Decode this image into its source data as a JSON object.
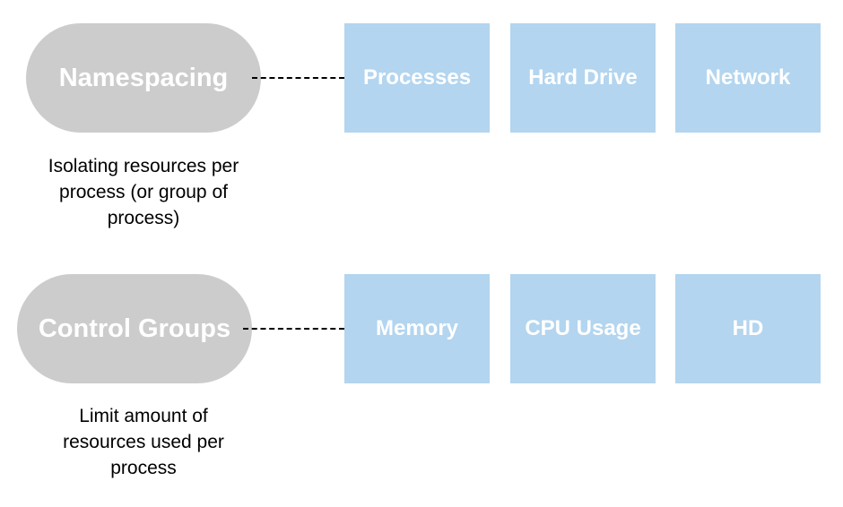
{
  "rows": [
    {
      "label": "Namespacing",
      "caption": "Isolating resources per process (or group of process)",
      "items": [
        "Processes",
        "Hard Drive",
        "Network"
      ]
    },
    {
      "label": "Control Groups",
      "caption": "Limit amount of resources used per process",
      "items": [
        "Memory",
        "CPU Usage",
        "HD"
      ]
    }
  ],
  "colors": {
    "pill": "#cccccc",
    "box": "#b3d5ef",
    "box_text": "#ffffff",
    "connector": "#000000"
  }
}
